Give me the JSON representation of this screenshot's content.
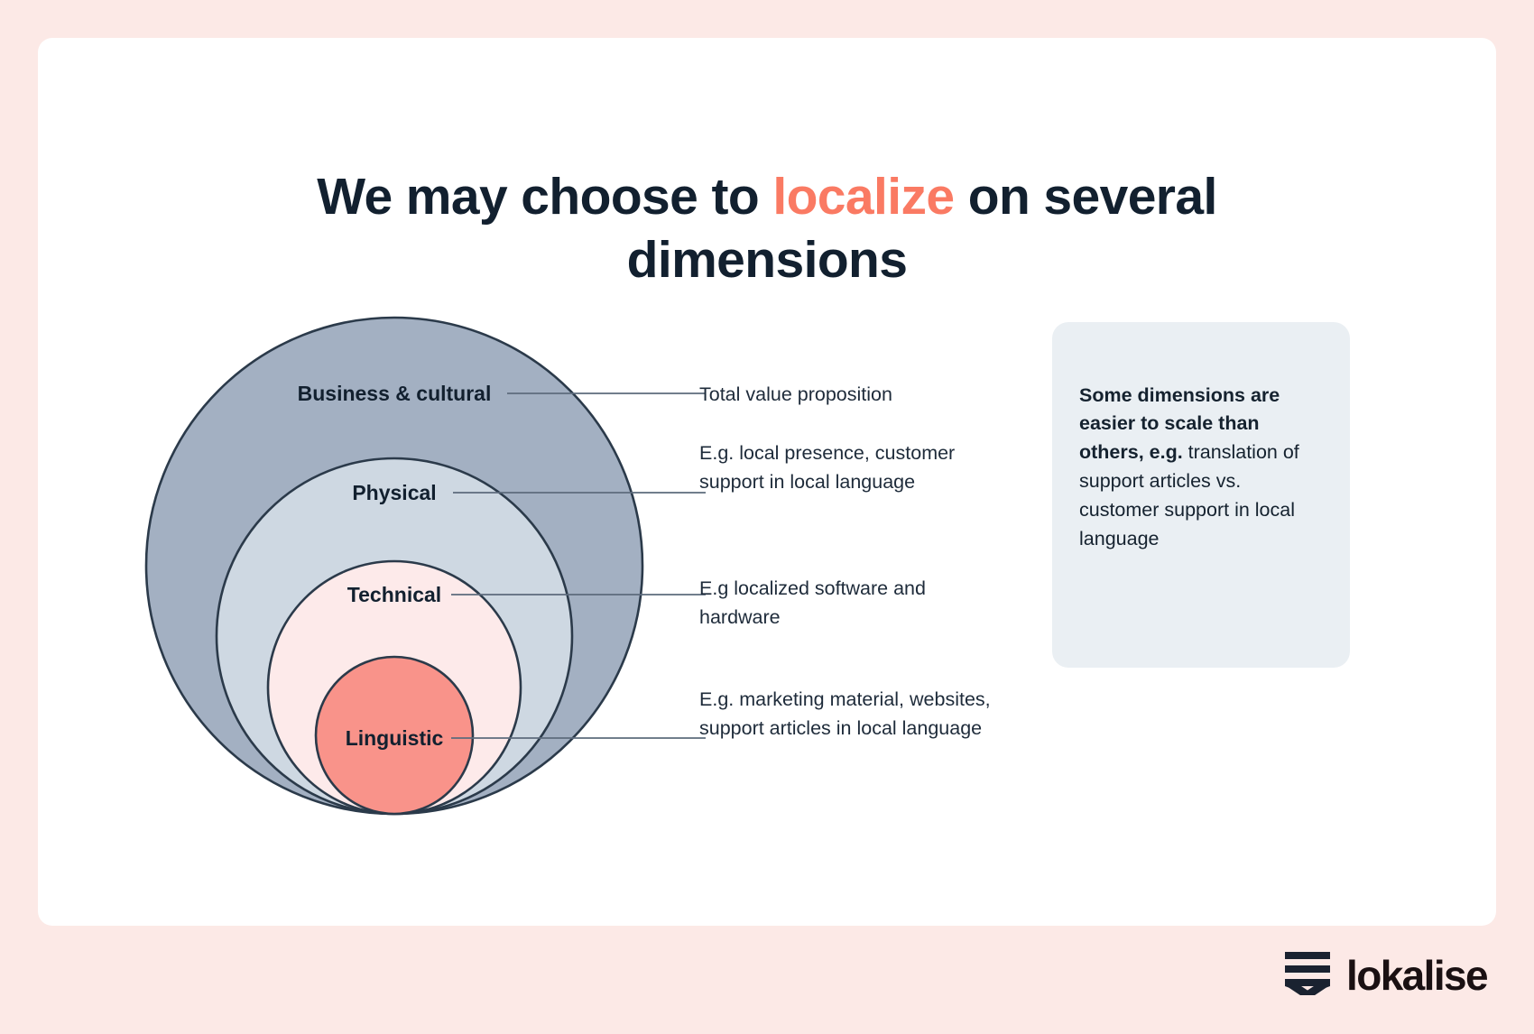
{
  "page": {
    "background_color": "#fce9e6",
    "card_color": "#ffffff"
  },
  "title": {
    "part1": "We may choose to ",
    "accent": "localize",
    "part2": " on several dimensions",
    "accent_color": "#fa7a63",
    "text_color": "#12202f"
  },
  "diagram": {
    "type": "nested-circles",
    "layers": [
      {
        "label": "Business & cultural",
        "fill": "#a3b0c2",
        "stroke": "#2b3a4a"
      },
      {
        "label": "Physical",
        "fill": "#ced8e2",
        "stroke": "#2b3a4a"
      },
      {
        "label": "Technical",
        "fill": "#fdeaea",
        "stroke": "#2b3a4a"
      },
      {
        "label": "Linguistic",
        "fill": "#f9938a",
        "stroke": "#2b3a4a"
      }
    ]
  },
  "descriptions": [
    {
      "for": "Business & cultural",
      "text": "Total value proposition"
    },
    {
      "for": "Physical",
      "text": "E.g. local presence, customer support in local language"
    },
    {
      "for": "Technical",
      "text": "E.g localized software and hardware"
    },
    {
      "for": "Linguistic",
      "text": "E.g. marketing material, websites, support articles in local language"
    }
  ],
  "callout": {
    "background_color": "#eaeff3",
    "lead": "Some dimensions are easier to scale than others, e.g.",
    "body": " translation of support articles vs. customer support in local language"
  },
  "logo": {
    "wordmark": "lokalise",
    "mark_name": "lokalise-mark",
    "color": "#1a1012"
  }
}
